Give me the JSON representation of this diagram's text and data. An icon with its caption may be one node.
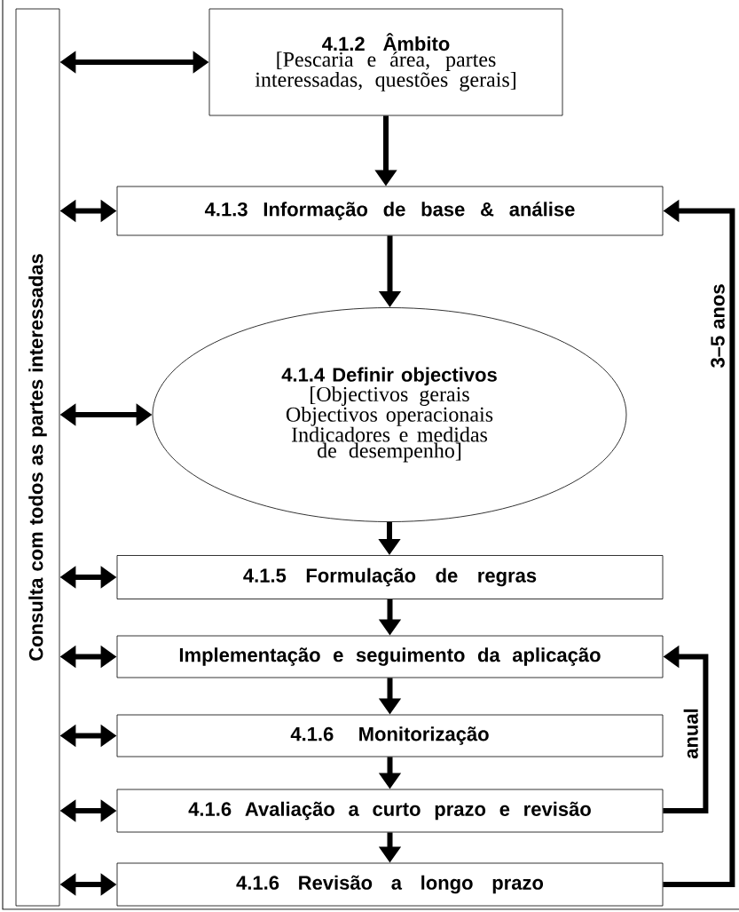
{
  "diagram": {
    "nodes": [
      {
        "text": [
          "Consulta com todos as partes interessadas"
        ]
      },
      {
        "text": [
          "4.1.2 Âmbito",
          "[Pescaria e área, partes interessadas, questões gerais]"
        ]
      },
      {
        "text": [
          "4.1.3 Informação de base & análise"
        ]
      },
      {
        "text": [
          "4.1.4 Definir objectivos",
          "[Objectivos gerais Objectivos operacionais Indicadores e medidas de desempenho]"
        ]
      },
      {
        "text": [
          "4.1.5 Formulação de regras"
        ]
      },
      {
        "text": [
          "Implementação e seguimento da aplicação"
        ]
      },
      {
        "text": [
          "4.1.6 Monitorização"
        ]
      },
      {
        "text": [
          "4.1.6 Avaliação a curto prazo e revisão"
        ]
      },
      {
        "text": [
          "4.1.6 Revisão a longo prazo"
        ]
      }
    ],
    "edges": [
      {
        "from": 1,
        "to": 2,
        "arrow": "to"
      },
      {
        "from": 2,
        "to": 3,
        "arrow": "to"
      },
      {
        "from": 3,
        "to": 4,
        "arrow": "to"
      },
      {
        "from": 4,
        "to": 5,
        "arrow": "to"
      },
      {
        "from": 5,
        "to": 6,
        "arrow": "to"
      },
      {
        "from": 6,
        "to": 7,
        "arrow": "to"
      },
      {
        "from": 7,
        "to": 8,
        "arrow": "to"
      },
      {
        "from": 7,
        "to": 5,
        "arrow": "to",
        "label": "anual"
      },
      {
        "from": 8,
        "to": 2,
        "arrow": "to",
        "label": "3–5 anos"
      },
      {
        "from": 0,
        "to": 1,
        "arrow": "both"
      },
      {
        "from": 0,
        "to": 2,
        "arrow": "both"
      },
      {
        "from": 0,
        "to": 3,
        "arrow": "both"
      },
      {
        "from": 0,
        "to": 4,
        "arrow": "both"
      },
      {
        "from": 0,
        "to": 5,
        "arrow": "both"
      },
      {
        "from": 0,
        "to": 6,
        "arrow": "both"
      },
      {
        "from": 0,
        "to": 7,
        "arrow": "both"
      },
      {
        "from": 0,
        "to": 8,
        "arrow": "both"
      }
    ]
  }
}
